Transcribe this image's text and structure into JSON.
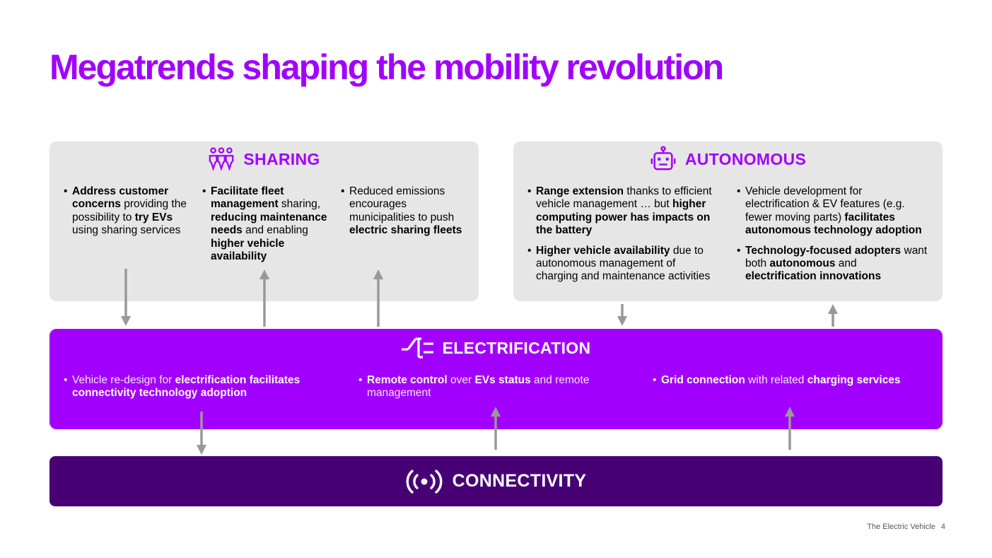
{
  "title": "Megatrends shaping the mobility revolution",
  "colors": {
    "accent": "#a100ff",
    "dark_purple": "#460073",
    "panel_gray": "#e6e6e6",
    "arrow_gray": "#999999"
  },
  "sharing": {
    "heading": "SHARING",
    "icon": "people-group-icon",
    "bullets": [
      [
        {
          "t": "Address customer concerns",
          "b": true
        },
        {
          "t": " providing the possibility to "
        },
        {
          "t": "try EVs",
          "b": true
        },
        {
          "t": " using sharing services"
        }
      ],
      [
        {
          "t": "Facilitate fleet management",
          "b": true
        },
        {
          "t": " sharing, "
        },
        {
          "t": "reducing maintenance needs",
          "b": true
        },
        {
          "t": " and enabling "
        },
        {
          "t": "higher vehicle availability",
          "b": true
        }
      ],
      [
        {
          "t": "Reduced emissions encourages municipalities to push "
        },
        {
          "t": "electric sharing fleets",
          "b": true
        }
      ]
    ]
  },
  "autonomous": {
    "heading": "AUTONOMOUS",
    "icon": "robot-icon",
    "left_bullets": [
      [
        {
          "t": "Range extension",
          "b": true
        },
        {
          "t": " thanks to efficient vehicle management … but "
        },
        {
          "t": "higher computing power has impacts on the battery",
          "b": true
        }
      ],
      [
        {
          "t": "Higher vehicle availability",
          "b": true
        },
        {
          "t": " due to autonomous management of charging and maintenance activities"
        }
      ]
    ],
    "right_bullets": [
      [
        {
          "t": "Vehicle development for electrification & EV features (e.g. fewer moving parts) "
        },
        {
          "t": "facilitates autonomous technology adoption",
          "b": true
        }
      ],
      [
        {
          "t": "Technology-focused adopters",
          "b": true
        },
        {
          "t": " want both "
        },
        {
          "t": "autonomous",
          "b": true
        },
        {
          "t": " and "
        },
        {
          "t": "electrification innovations",
          "b": true
        }
      ]
    ]
  },
  "electrification": {
    "heading": "ELECTRIFICATION",
    "icon": "plug-icon",
    "bullets": [
      [
        {
          "t": "Vehicle re-design for "
        },
        {
          "t": "electrification facilitates connectivity technology adoption",
          "b": true
        }
      ],
      [
        {
          "t": "Remote control",
          "b": true
        },
        {
          "t": " over "
        },
        {
          "t": "EVs status",
          "b": true
        },
        {
          "t": " and remote management"
        }
      ],
      [
        {
          "t": "Grid connection",
          "b": true
        },
        {
          "t": " with related "
        },
        {
          "t": "charging services",
          "b": true
        }
      ]
    ]
  },
  "connectivity": {
    "heading": "CONNECTIVITY",
    "icon": "signal-broadcast-icon"
  },
  "footer": {
    "doc_title": "The Electric Vehicle",
    "page_number": "4"
  }
}
